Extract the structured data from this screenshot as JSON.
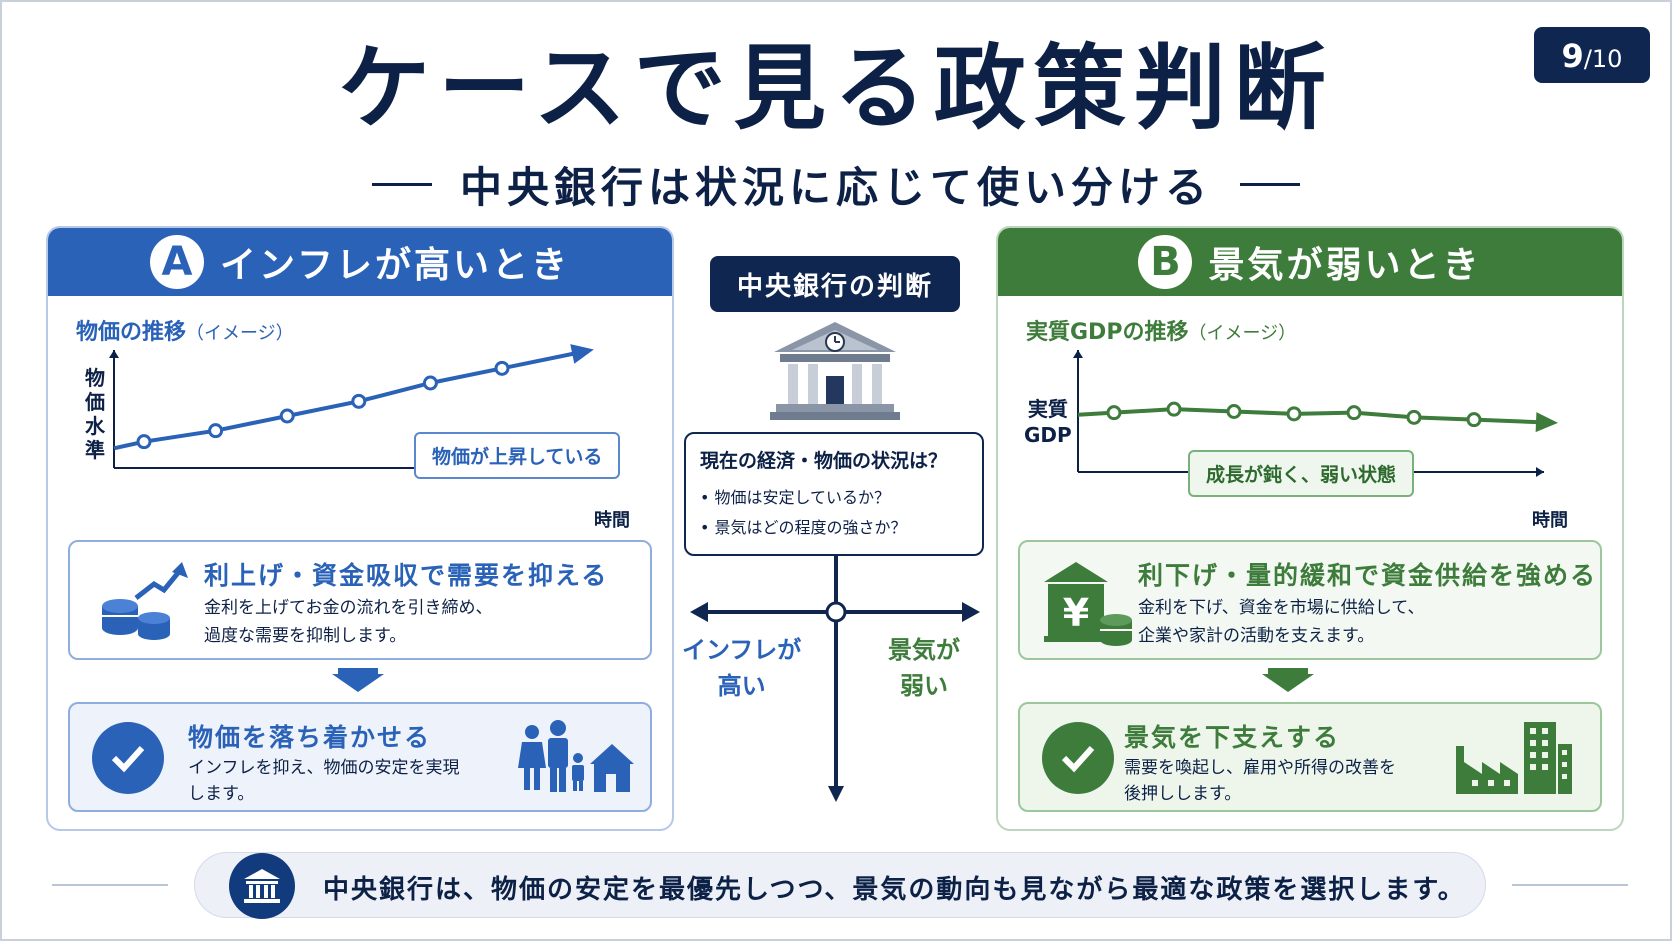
{
  "page": {
    "current": "9",
    "total": "/10"
  },
  "title": "ケースで見る政策判断",
  "subtitle": "中央銀行は状況に応じて使い分ける",
  "panel_a": {
    "letter": "A",
    "title": "インフレが高いとき",
    "chart_title": "物価の推移",
    "chart_title_note": "（イメージ）",
    "ylabel": "物価水準",
    "xlabel": "時間",
    "note": "物価が上昇している",
    "action_title": "利上げ・資金吸収で需要を抑える",
    "action_line1": "金利を上げてお金の流れを引き締め、",
    "action_line2": "過度な需要を抑制します。",
    "result_title": "物価を落ち着かせる",
    "result_line1": "インフレを抑え、物価の安定を実現",
    "result_line2": "します。",
    "colors": {
      "accent": "#2a62b8"
    }
  },
  "panel_b": {
    "letter": "B",
    "title": "景気が弱いとき",
    "chart_title": "実質GDPの推移",
    "chart_title_note": "（イメージ）",
    "ylabel_line1": "実質",
    "ylabel_line2": "GDP",
    "xlabel": "時間",
    "note": "成長が鈍く、弱い状態",
    "action_title": "利下げ・量的緩和で資金供給を強める",
    "action_line1": "金利を下げ、資金を市場に供給して、",
    "action_line2": "企業や家計の活動を支えます。",
    "result_title": "景気を下支えする",
    "result_line1": "需要を喚起し、雇用や所得の改善を",
    "result_line2": "後押しします。",
    "colors": {
      "accent": "#3e7c3c"
    }
  },
  "center": {
    "label": "中央銀行の判断",
    "question": "現在の経済・物価の状況は？",
    "item1": "• 物価は安定しているか？",
    "item2": "• 景気はどの程度の強さか？",
    "axis_left_1": "インフレが",
    "axis_left_2": "高い",
    "axis_right_1": "景気が",
    "axis_right_2": "弱い"
  },
  "footer": {
    "text": "中央銀行は、物価の安定を最優先しつつ、景気の動向も見ながら最適な政策を選択します。"
  },
  "chart_data": [
    {
      "type": "line",
      "title": "物価の推移（イメージ）",
      "ylabel": "物価水準",
      "xlabel": "時間",
      "values": [
        1.0,
        1.6,
        2.4,
        3.2,
        4.2,
        5.0
      ],
      "trend": "rising"
    },
    {
      "type": "line",
      "title": "実質GDPの推移（イメージ）",
      "ylabel": "実質GDP",
      "xlabel": "時間",
      "values": [
        3.2,
        3.5,
        3.3,
        3.1,
        3.2,
        2.8,
        2.6
      ],
      "trend": "flat-declining"
    }
  ]
}
